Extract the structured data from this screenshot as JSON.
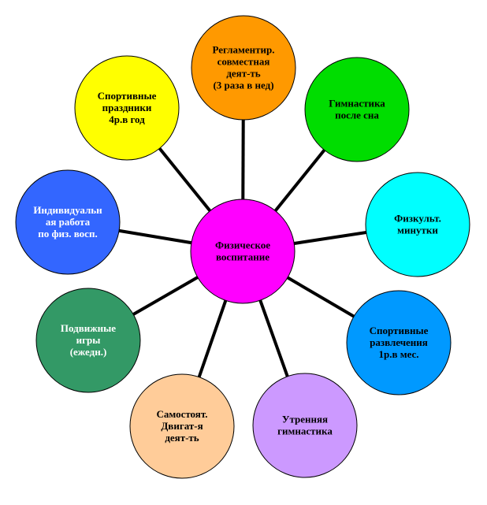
{
  "center": {
    "lines": [
      "Физическое",
      "воспитание"
    ],
    "color": "#ff00ff",
    "text_color": "#000000"
  },
  "nodes": [
    {
      "id": "regulated-joint-activity",
      "lines": [
        "Регламентир.",
        "совместная",
        "деят-ть",
        "(3 раза в нед)"
      ],
      "color": "#ff9900",
      "text_color": "#000000"
    },
    {
      "id": "gymnastics-after-sleep",
      "lines": [
        "Гимнастика",
        "после сна"
      ],
      "color": "#00dd00",
      "text_color": "#000000"
    },
    {
      "id": "fitness-minutes",
      "lines": [
        "Физкульт.",
        "минутки"
      ],
      "color": "#00ffff",
      "text_color": "#000000"
    },
    {
      "id": "sports-entertainment",
      "lines": [
        "Спортивные",
        "развлечения",
        "1р.в мес."
      ],
      "color": "#0099ff",
      "text_color": "#000000"
    },
    {
      "id": "morning-gymnastics",
      "lines": [
        "Утренняя",
        "гимнастика"
      ],
      "color": "#cc99ff",
      "text_color": "#000000"
    },
    {
      "id": "independent-motor-activity",
      "lines": [
        "Самостоят.",
        "Двигат-я",
        "деят-ть"
      ],
      "color": "#ffcc99",
      "text_color": "#000000"
    },
    {
      "id": "outdoor-games",
      "lines": [
        "Подвижные",
        "игры",
        "(ежедн.)"
      ],
      "color": "#339966",
      "text_color": "#ffffff"
    },
    {
      "id": "individual-work",
      "lines": [
        "Индивидуальн",
        "ая работа",
        "по физ. восп."
      ],
      "color": "#3366ff",
      "text_color": "#ffffff"
    },
    {
      "id": "sports-holidays",
      "lines": [
        "Спортивные",
        "праздники",
        "4р.в год"
      ],
      "color": "#ffff00",
      "text_color": "#000000"
    }
  ],
  "connector_color": "#000000"
}
